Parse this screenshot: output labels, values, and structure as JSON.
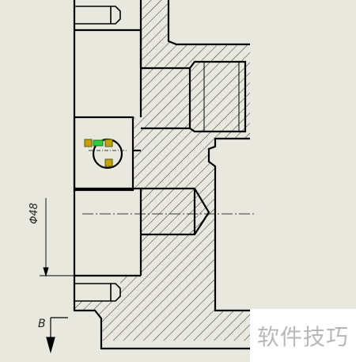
{
  "dimension": {
    "symbol": "Φ",
    "value": "48"
  },
  "view_label": "B",
  "watermark": "软件技巧",
  "colors": {
    "background": "#e9e8df",
    "line": "#000000",
    "hatch": "#000000",
    "selection_handle": "#2ecc40",
    "selection_point": "#c8a000"
  }
}
